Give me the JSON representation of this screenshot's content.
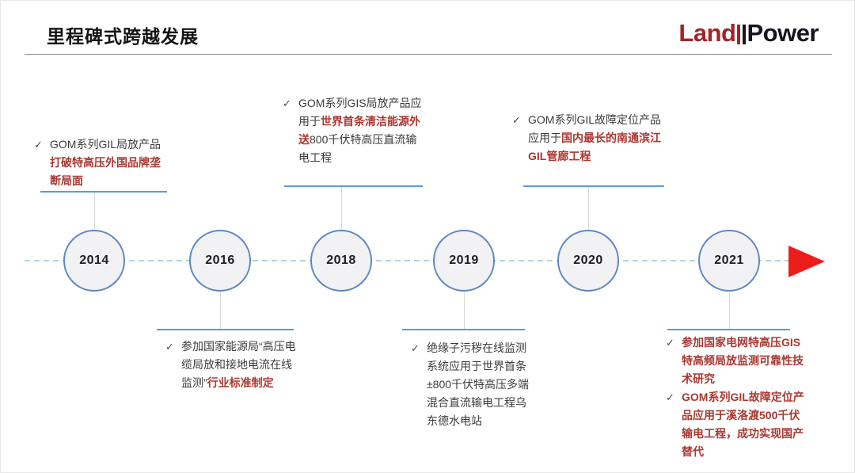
{
  "header": {
    "title": "里程碑式跨越发展",
    "logo": {
      "land": "Land",
      "power": "Power"
    }
  },
  "icons": {
    "check": "✓",
    "arrow": "right-arrow"
  },
  "colors": {
    "emphasis_red": "#a93832",
    "arrow_red": "#ee1b1b",
    "line_blue": "#5b9bd5",
    "circle_border_blue": "#5e88be",
    "circle_fill": "#f2f2f4",
    "dash_blue": "#afd3e6"
  },
  "milestones": [
    {
      "year": "2014",
      "position": "above",
      "items": [
        {
          "segments": [
            {
              "text": "GOM系列GIL局放产品",
              "emphasis": false
            },
            {
              "text": "打破特高压外国品牌垄断局面",
              "emphasis": true
            }
          ]
        }
      ]
    },
    {
      "year": "2016",
      "position": "below",
      "items": [
        {
          "segments": [
            {
              "text": "参加国家能源局“高压电缆局放和接地电流在线监测”",
              "emphasis": false
            },
            {
              "text": "行业标准制定",
              "emphasis": true
            }
          ]
        }
      ]
    },
    {
      "year": "2018",
      "position": "above",
      "items": [
        {
          "segments": [
            {
              "text": "GOM系列GIS局放产品应用于",
              "emphasis": false
            },
            {
              "text": "世界首条清洁能源外送",
              "emphasis": true
            },
            {
              "text": "800千伏特高压直流输电工程",
              "emphasis": false
            }
          ]
        }
      ]
    },
    {
      "year": "2019",
      "position": "below",
      "items": [
        {
          "segments": [
            {
              "text": "绝缘子污秽在线监测系统应用于世界首条±800千伏特高压多端混合直流输电工程乌东德水电站",
              "emphasis": false
            }
          ]
        }
      ]
    },
    {
      "year": "2020",
      "position": "above",
      "items": [
        {
          "segments": [
            {
              "text": "GOM系列GIL故障定位产品应用于",
              "emphasis": false
            },
            {
              "text": "国内最长的南通滨江GIL管廊工程",
              "emphasis": true
            }
          ]
        }
      ]
    },
    {
      "year": "2021",
      "position": "below",
      "items": [
        {
          "segments": [
            {
              "text": "参加国家电网特高压GIS特高频局放监测可靠性技术研究",
              "emphasis": true
            }
          ]
        },
        {
          "segments": [
            {
              "text": "GOM系列GIL故障定位产品应用于溪洛渡500千伏输电工程，成功实现国产替代",
              "emphasis": true
            }
          ]
        }
      ]
    }
  ]
}
